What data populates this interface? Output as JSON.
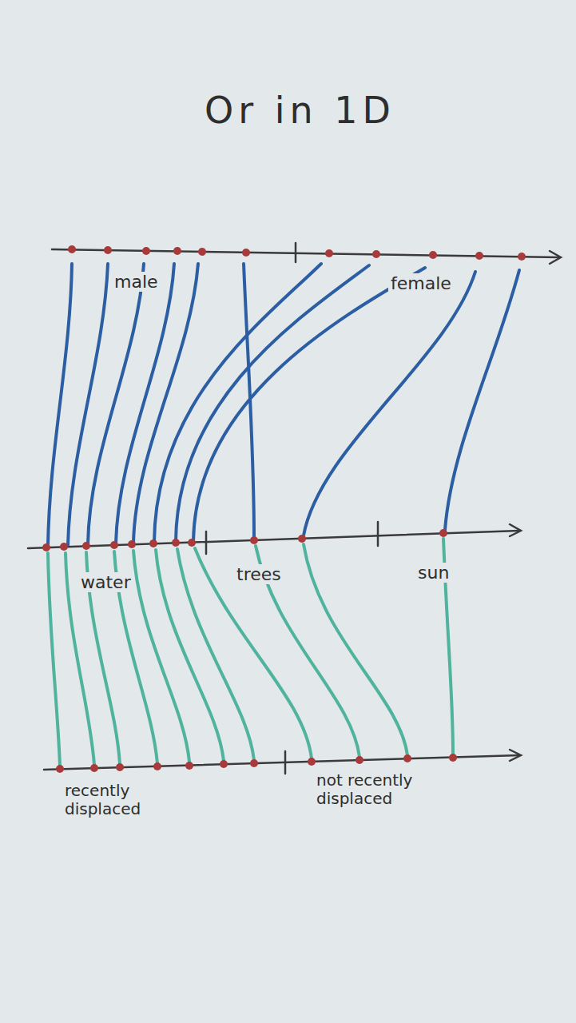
{
  "diagram": {
    "title": "Or in 1D",
    "labels": [
      "male",
      "female",
      "water",
      "trees",
      "sun",
      "recently displaced",
      "not recently displaced"
    ]
  }
}
